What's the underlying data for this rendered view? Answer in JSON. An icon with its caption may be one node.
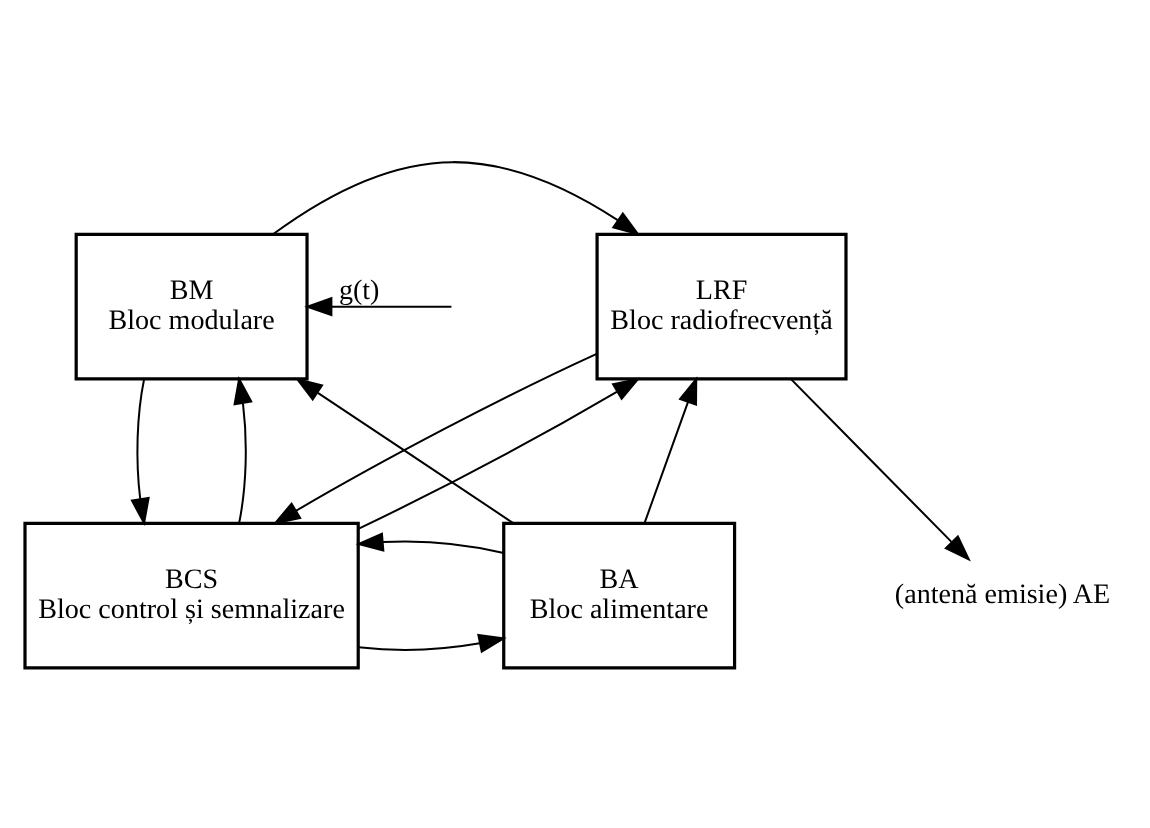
{
  "diagram": {
    "nodes": [
      {
        "text": [
          "BM",
          "Bloc modulare"
        ]
      },
      {
        "text": [
          "LRF",
          "Bloc radiofrecvență"
        ]
      },
      {
        "text": [
          "BA",
          "Bloc alimentare"
        ]
      },
      {
        "text": [
          "BCS",
          "Bloc control și semnalizare"
        ]
      },
      {
        "text": [
          "(antenă emisie) AE"
        ]
      }
    ],
    "edges": [
      {
        "from": null,
        "to": 0,
        "arrow": "to",
        "label": "g(t)"
      },
      {
        "from": 0,
        "to": 1,
        "arrow": "to"
      },
      {
        "from": 1,
        "to": 4,
        "arrow": "to"
      },
      {
        "from": 2,
        "to": 0,
        "arrow": "to"
      },
      {
        "from": 0,
        "to": 3,
        "arrow": "to"
      },
      {
        "from": 3,
        "to": 0,
        "arrow": "to"
      },
      {
        "from": 2,
        "to": 1,
        "arrow": "to"
      },
      {
        "from": 1,
        "to": 3,
        "arrow": "to"
      },
      {
        "from": 3,
        "to": 1,
        "arrow": "to"
      },
      {
        "from": 3,
        "to": 2,
        "arrow": "to"
      },
      {
        "from": 2,
        "to": 3,
        "arrow": "to"
      }
    ]
  }
}
